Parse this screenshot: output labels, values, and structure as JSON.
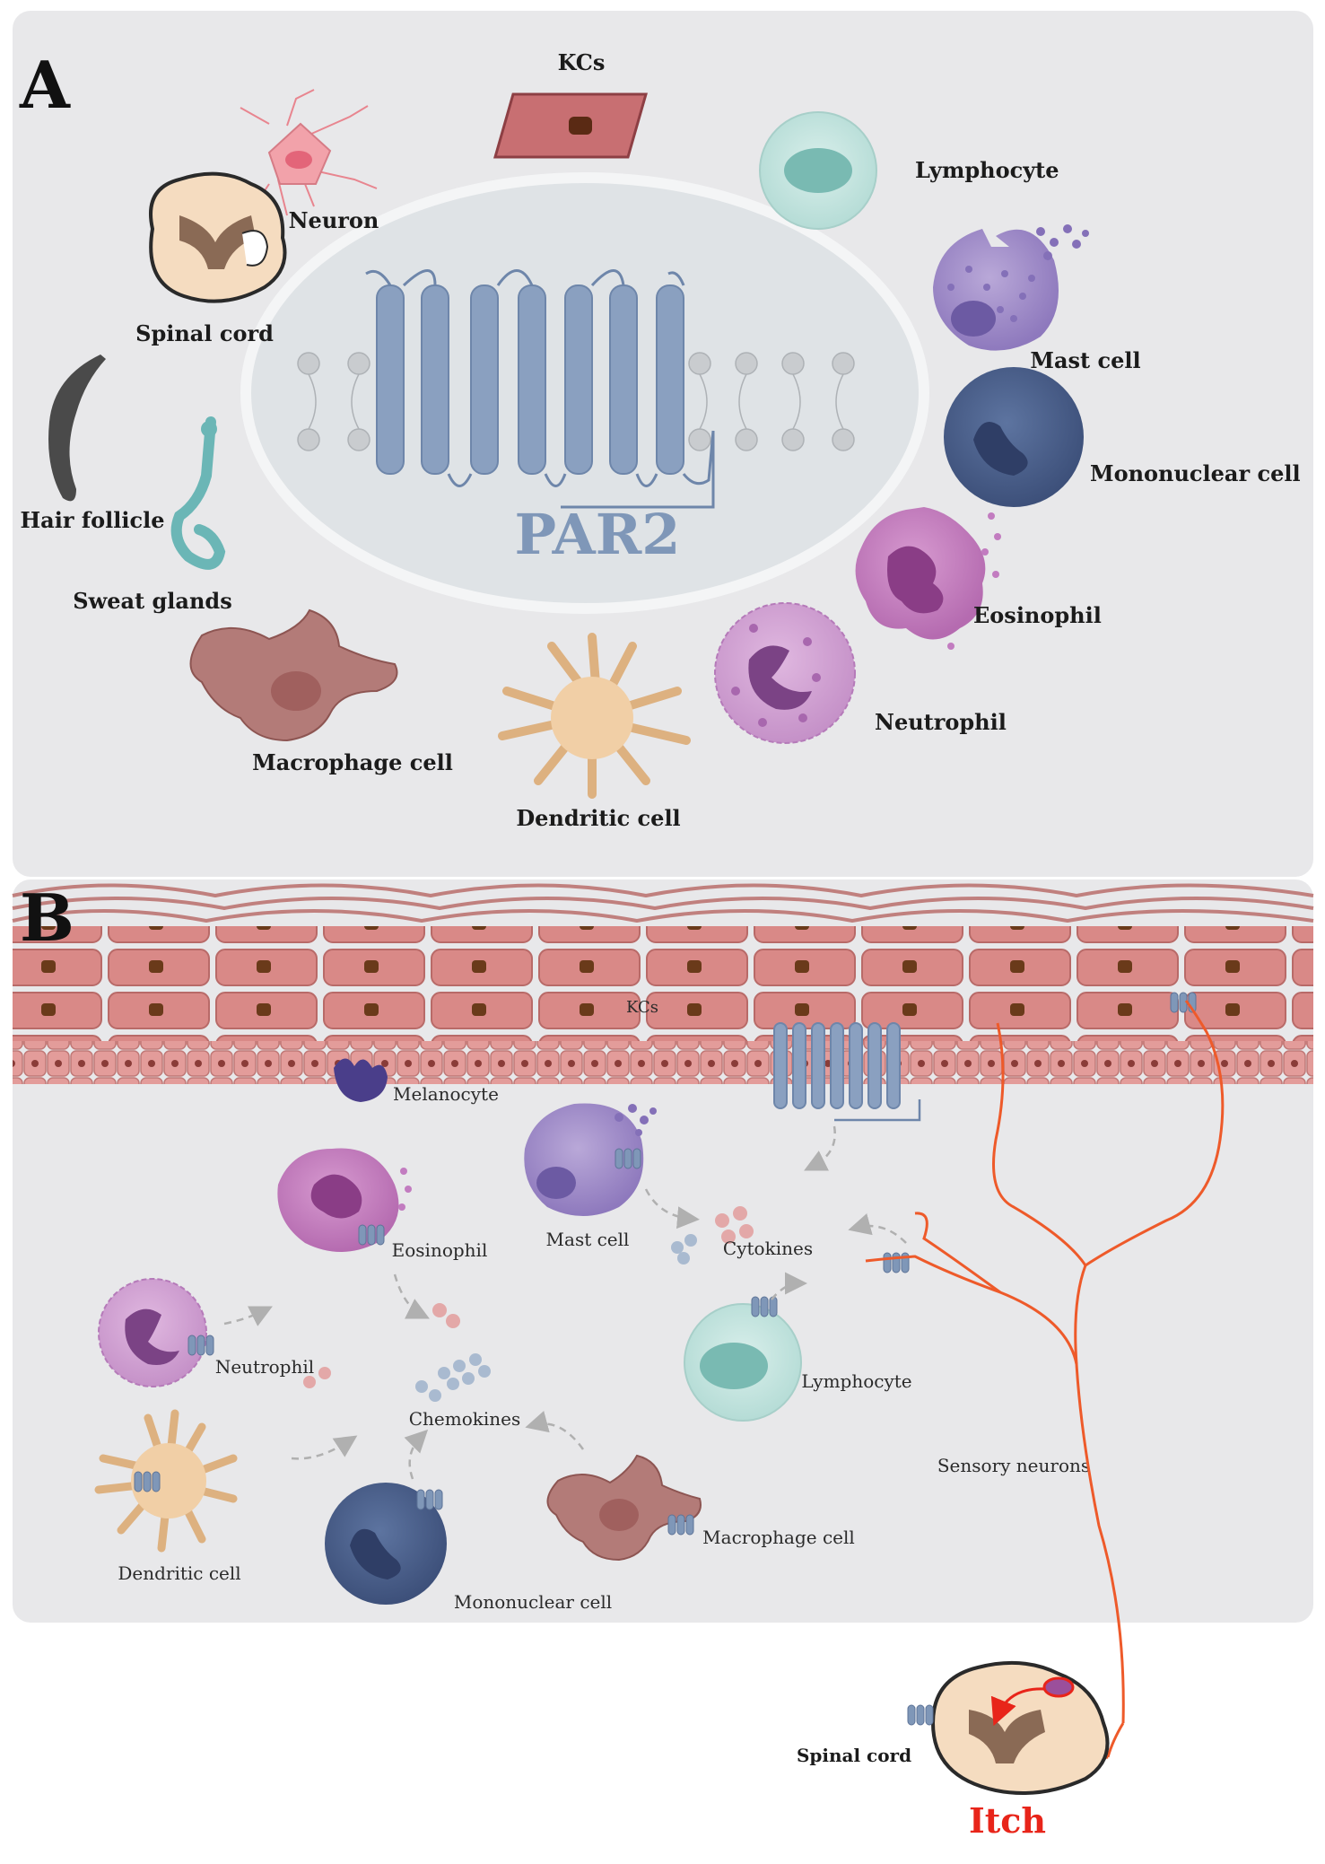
{
  "panelA": {
    "letter": "A",
    "receptor": "PAR2",
    "labels": {
      "kcs": "KCs",
      "neuron": "Neuron",
      "lymphocyte": "Lymphocyte",
      "spinal_cord": "Spinal cord",
      "mast_cell": "Mast cell",
      "mononuclear_cell": "Mononuclear cell",
      "hair_follicle": "Hair follicle",
      "sweat_glands": "Sweat glands",
      "eosinophil": "Eosinophil",
      "neutrophil": "Neutrophil",
      "macrophage_cell": "Macrophage cell",
      "dendritic_cell": "Dendritic cell"
    }
  },
  "panelB": {
    "letter": "B",
    "labels": {
      "kcs": "KCs",
      "melanocyte": "Melanocyte",
      "mast_cell": "Mast cell",
      "cytokines": "Cytokines",
      "eosinophil": "Eosinophil",
      "neutrophil": "Neutrophil",
      "lymphocyte": "Lymphocyte",
      "chemokines": "Chemokines",
      "sensory_neurons": "Sensory neurons",
      "dendritic_cell": "Dendritic cell",
      "macrophage_cell": "Macrophage cell",
      "mononuclear_cell": "Mononuclear cell",
      "spinal_cord": "Spinal cord",
      "itch": "Itch"
    }
  },
  "colors": {
    "panel_bg": "#e8e8ea",
    "receptor": "#7f97b8",
    "itch": "#e8251a",
    "nerve": "#ee5a2a",
    "skin": "#d98987"
  }
}
